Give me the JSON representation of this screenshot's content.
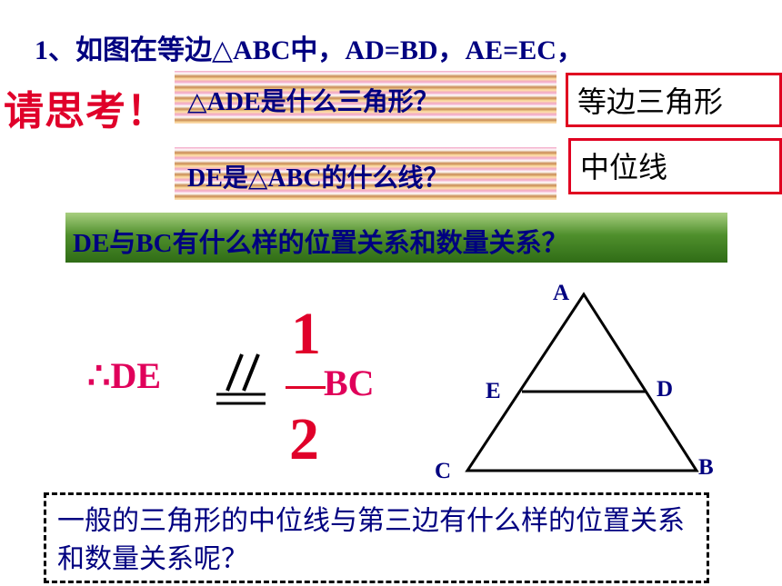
{
  "title": "1、如图在等边△ABC中，AD=BD，AE=EC，",
  "prompt": "请思考！",
  "questions": [
    {
      "text": "△ADE是什么三角形？",
      "answer": "等边三角形"
    },
    {
      "text": "DE是△ABC的什么线？",
      "answer": "中位线"
    }
  ],
  "green_question": "DE与BC有什么样的位置关系和数量关系？",
  "conclusion": {
    "prefix": "∴DE",
    "numerator": "1",
    "denominator": "2",
    "suffix": "BC"
  },
  "triangle_labels": {
    "A": "A",
    "B": "B",
    "C": "C",
    "D": "D",
    "E": "E"
  },
  "bottom_question": "一般的三角形的中位线与第三边有什么样的位置关系和数量关系呢？",
  "colors": {
    "navy": "#000080",
    "red": "#e0002a",
    "magenta": "#e0005a"
  }
}
